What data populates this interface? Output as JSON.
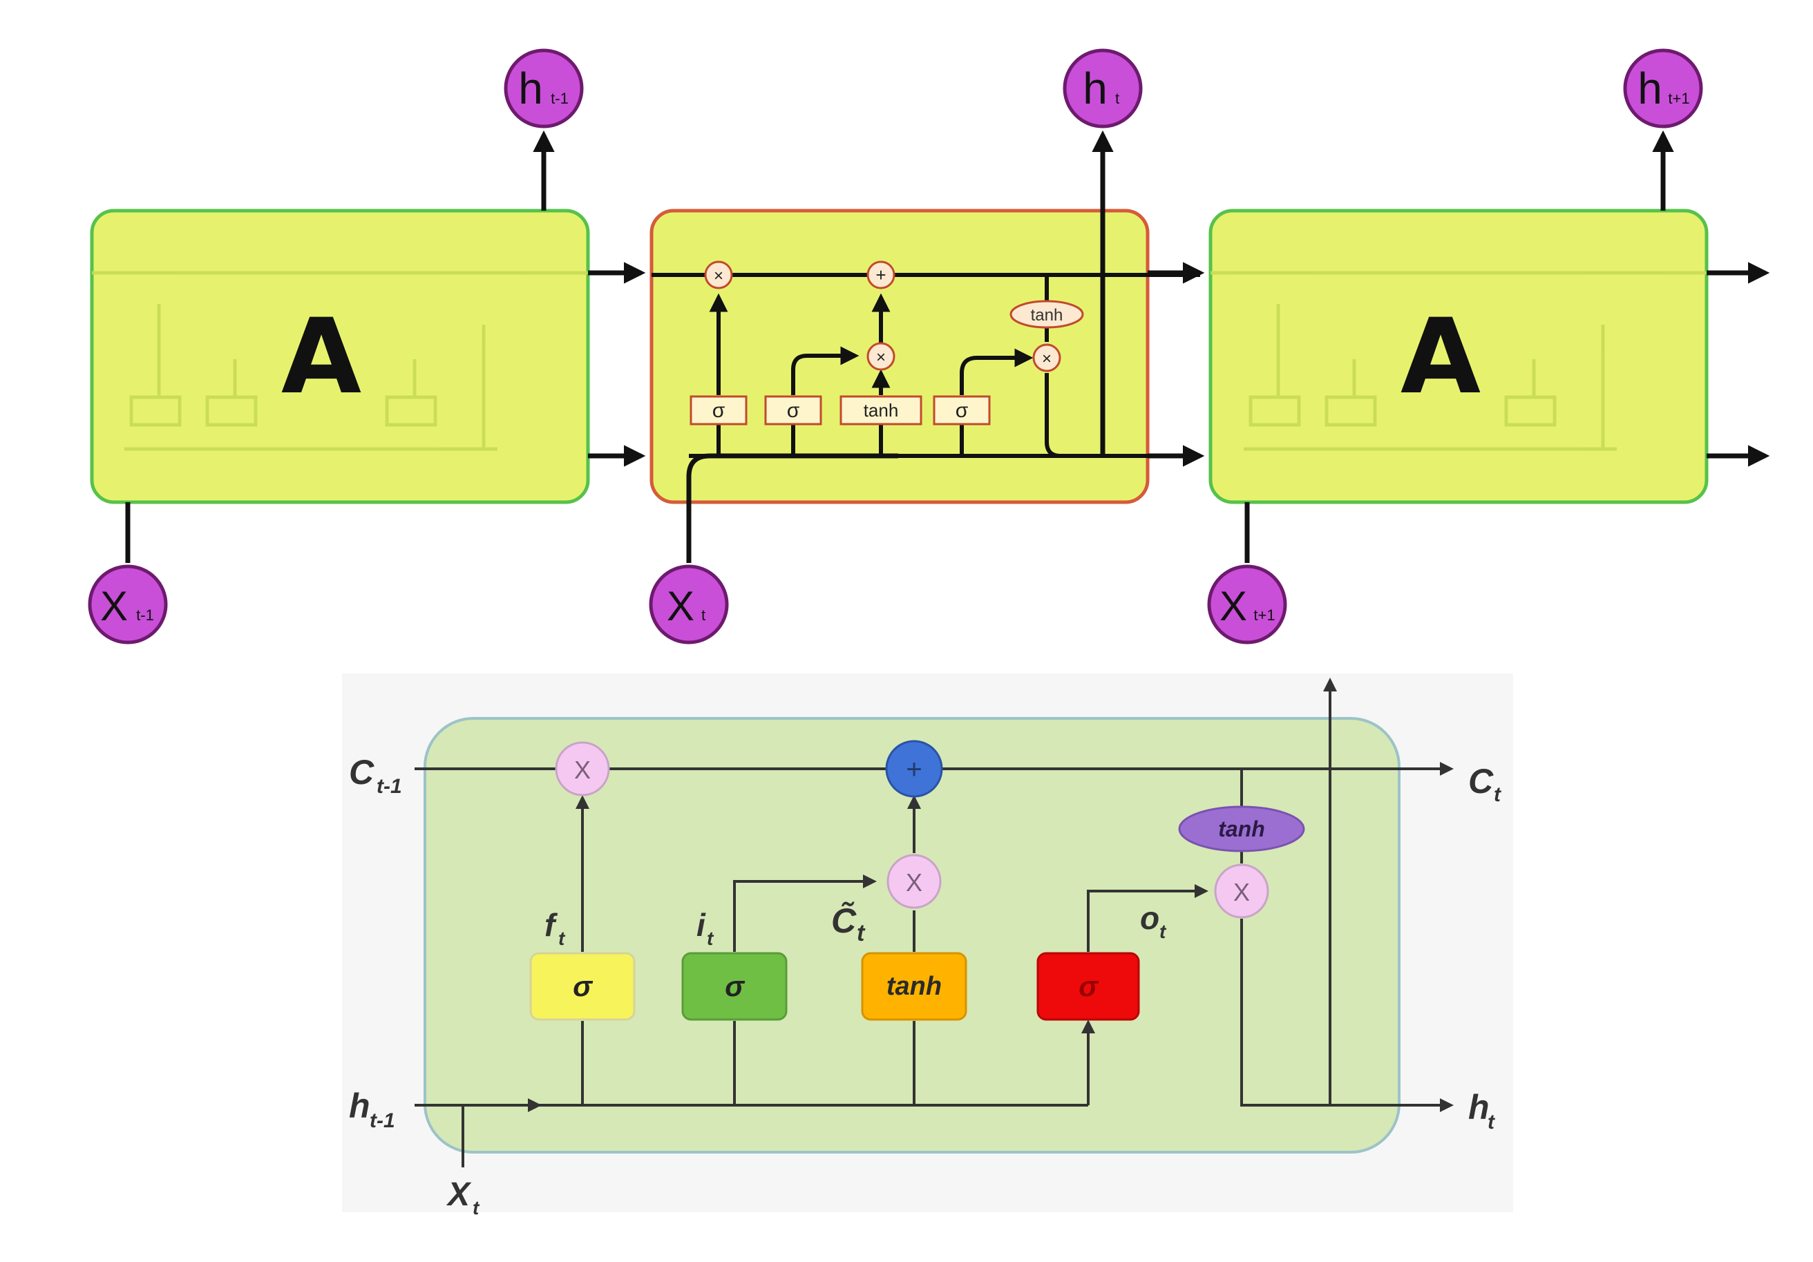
{
  "top_diagram": {
    "cell_label": "A",
    "outputs": {
      "left": "h",
      "left_sub": "t-1",
      "center": "h",
      "center_sub": "t",
      "right": "h",
      "right_sub": "t+1"
    },
    "inputs": {
      "left": "X",
      "left_sub": "t-1",
      "center": "X",
      "center_sub": "t",
      "right": "X",
      "right_sub": "t+1"
    },
    "ops": {
      "multiply": "×",
      "add": "+",
      "tanh": "tanh"
    },
    "gates": [
      "σ",
      "σ",
      "tanh",
      "σ"
    ],
    "colors": {
      "cell_fill": "#e6f26e",
      "cell_border": "#56c24a",
      "center_border": "#d65a3a",
      "node_fill": "#c94fd8",
      "gate_fill": "#fff5cc"
    }
  },
  "bottom_diagram": {
    "labels": {
      "c_prev": "C",
      "c_prev_sub": "t-1",
      "c_next": "C",
      "c_next_sub": "t",
      "h_prev": "h",
      "h_prev_sub": "t-1",
      "h_next": "h",
      "h_next_sub": "t",
      "x_in": "X",
      "x_in_sub": "t",
      "f": "f",
      "f_sub": "t",
      "i": "i",
      "i_sub": "t",
      "c_tilde": "C̃",
      "c_tilde_sub": "t",
      "o": "o",
      "o_sub": "t"
    },
    "ops": {
      "multiply": "X",
      "add": "+",
      "tanh": "tanh"
    },
    "gates": [
      {
        "label": "σ",
        "color": "#f6f45a"
      },
      {
        "label": "σ",
        "color": "#6fbf45"
      },
      {
        "label": "tanh",
        "color": "#ffb300"
      },
      {
        "label": "σ",
        "color": "#ee0a0a"
      }
    ],
    "colors": {
      "panel_fill": "#d6e8b6",
      "panel_border": "#9cc3c7",
      "mult_node": "#f5c8f2",
      "add_node": "#3f73d8",
      "tanh_node": "#9b6fd1"
    }
  }
}
